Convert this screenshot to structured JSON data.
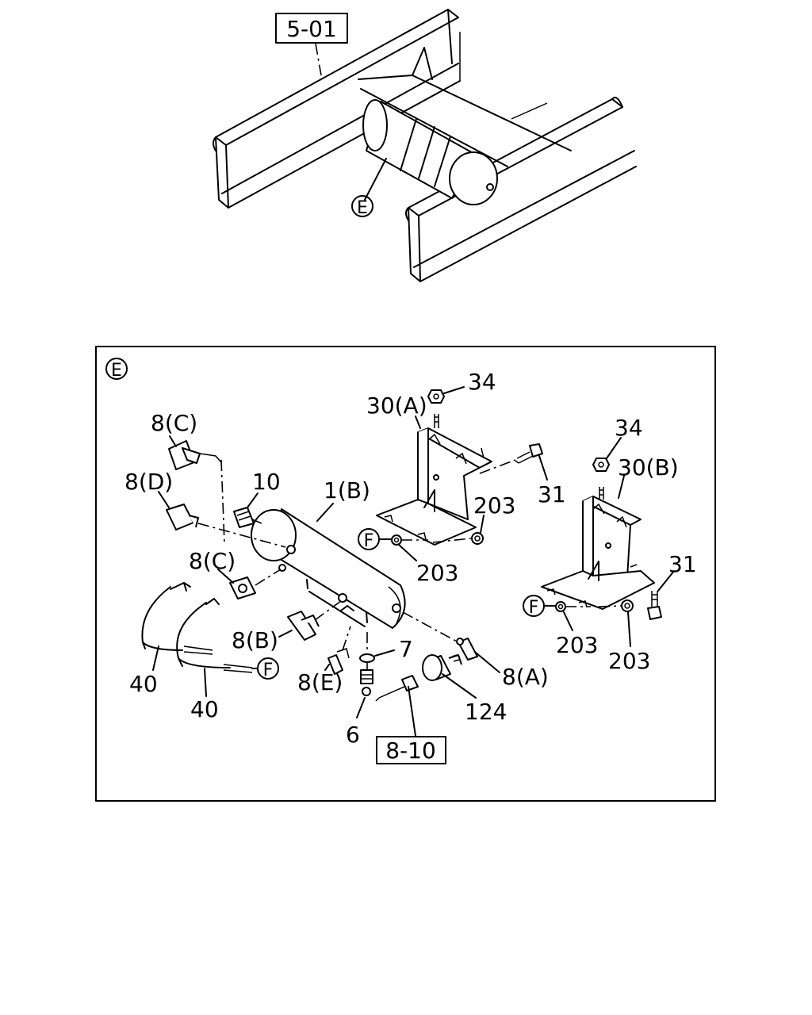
{
  "overview": {
    "ref_box": "5-01",
    "view_circle": "E"
  },
  "detail": {
    "view_circle": "E",
    "ref_box": "8-10",
    "labels": {
      "tank": "1(B)",
      "fitting_c_top": "8(C)",
      "fitting_d": "8(D)",
      "plug_10": "10",
      "fitting_c_mid": "8(C)",
      "fitting_b": "8(B)",
      "fitting_e": "8(E)",
      "fitting_a": "8(A)",
      "washer_7": "7",
      "drain_6": "6",
      "switch_124": "124",
      "strap_40_left": "40",
      "strap_40_right": "40",
      "nut_34_left": "34",
      "bracket_a": "30(A)",
      "bolt_31_left": "31",
      "nut_203_a": "203",
      "nut_203_b": "203",
      "nut_34_right": "34",
      "bracket_b": "30(B)",
      "bolt_31_right": "31",
      "nut_203_c": "203",
      "nut_203_d": "203"
    },
    "f_marks": [
      "F",
      "F",
      "F"
    ]
  }
}
